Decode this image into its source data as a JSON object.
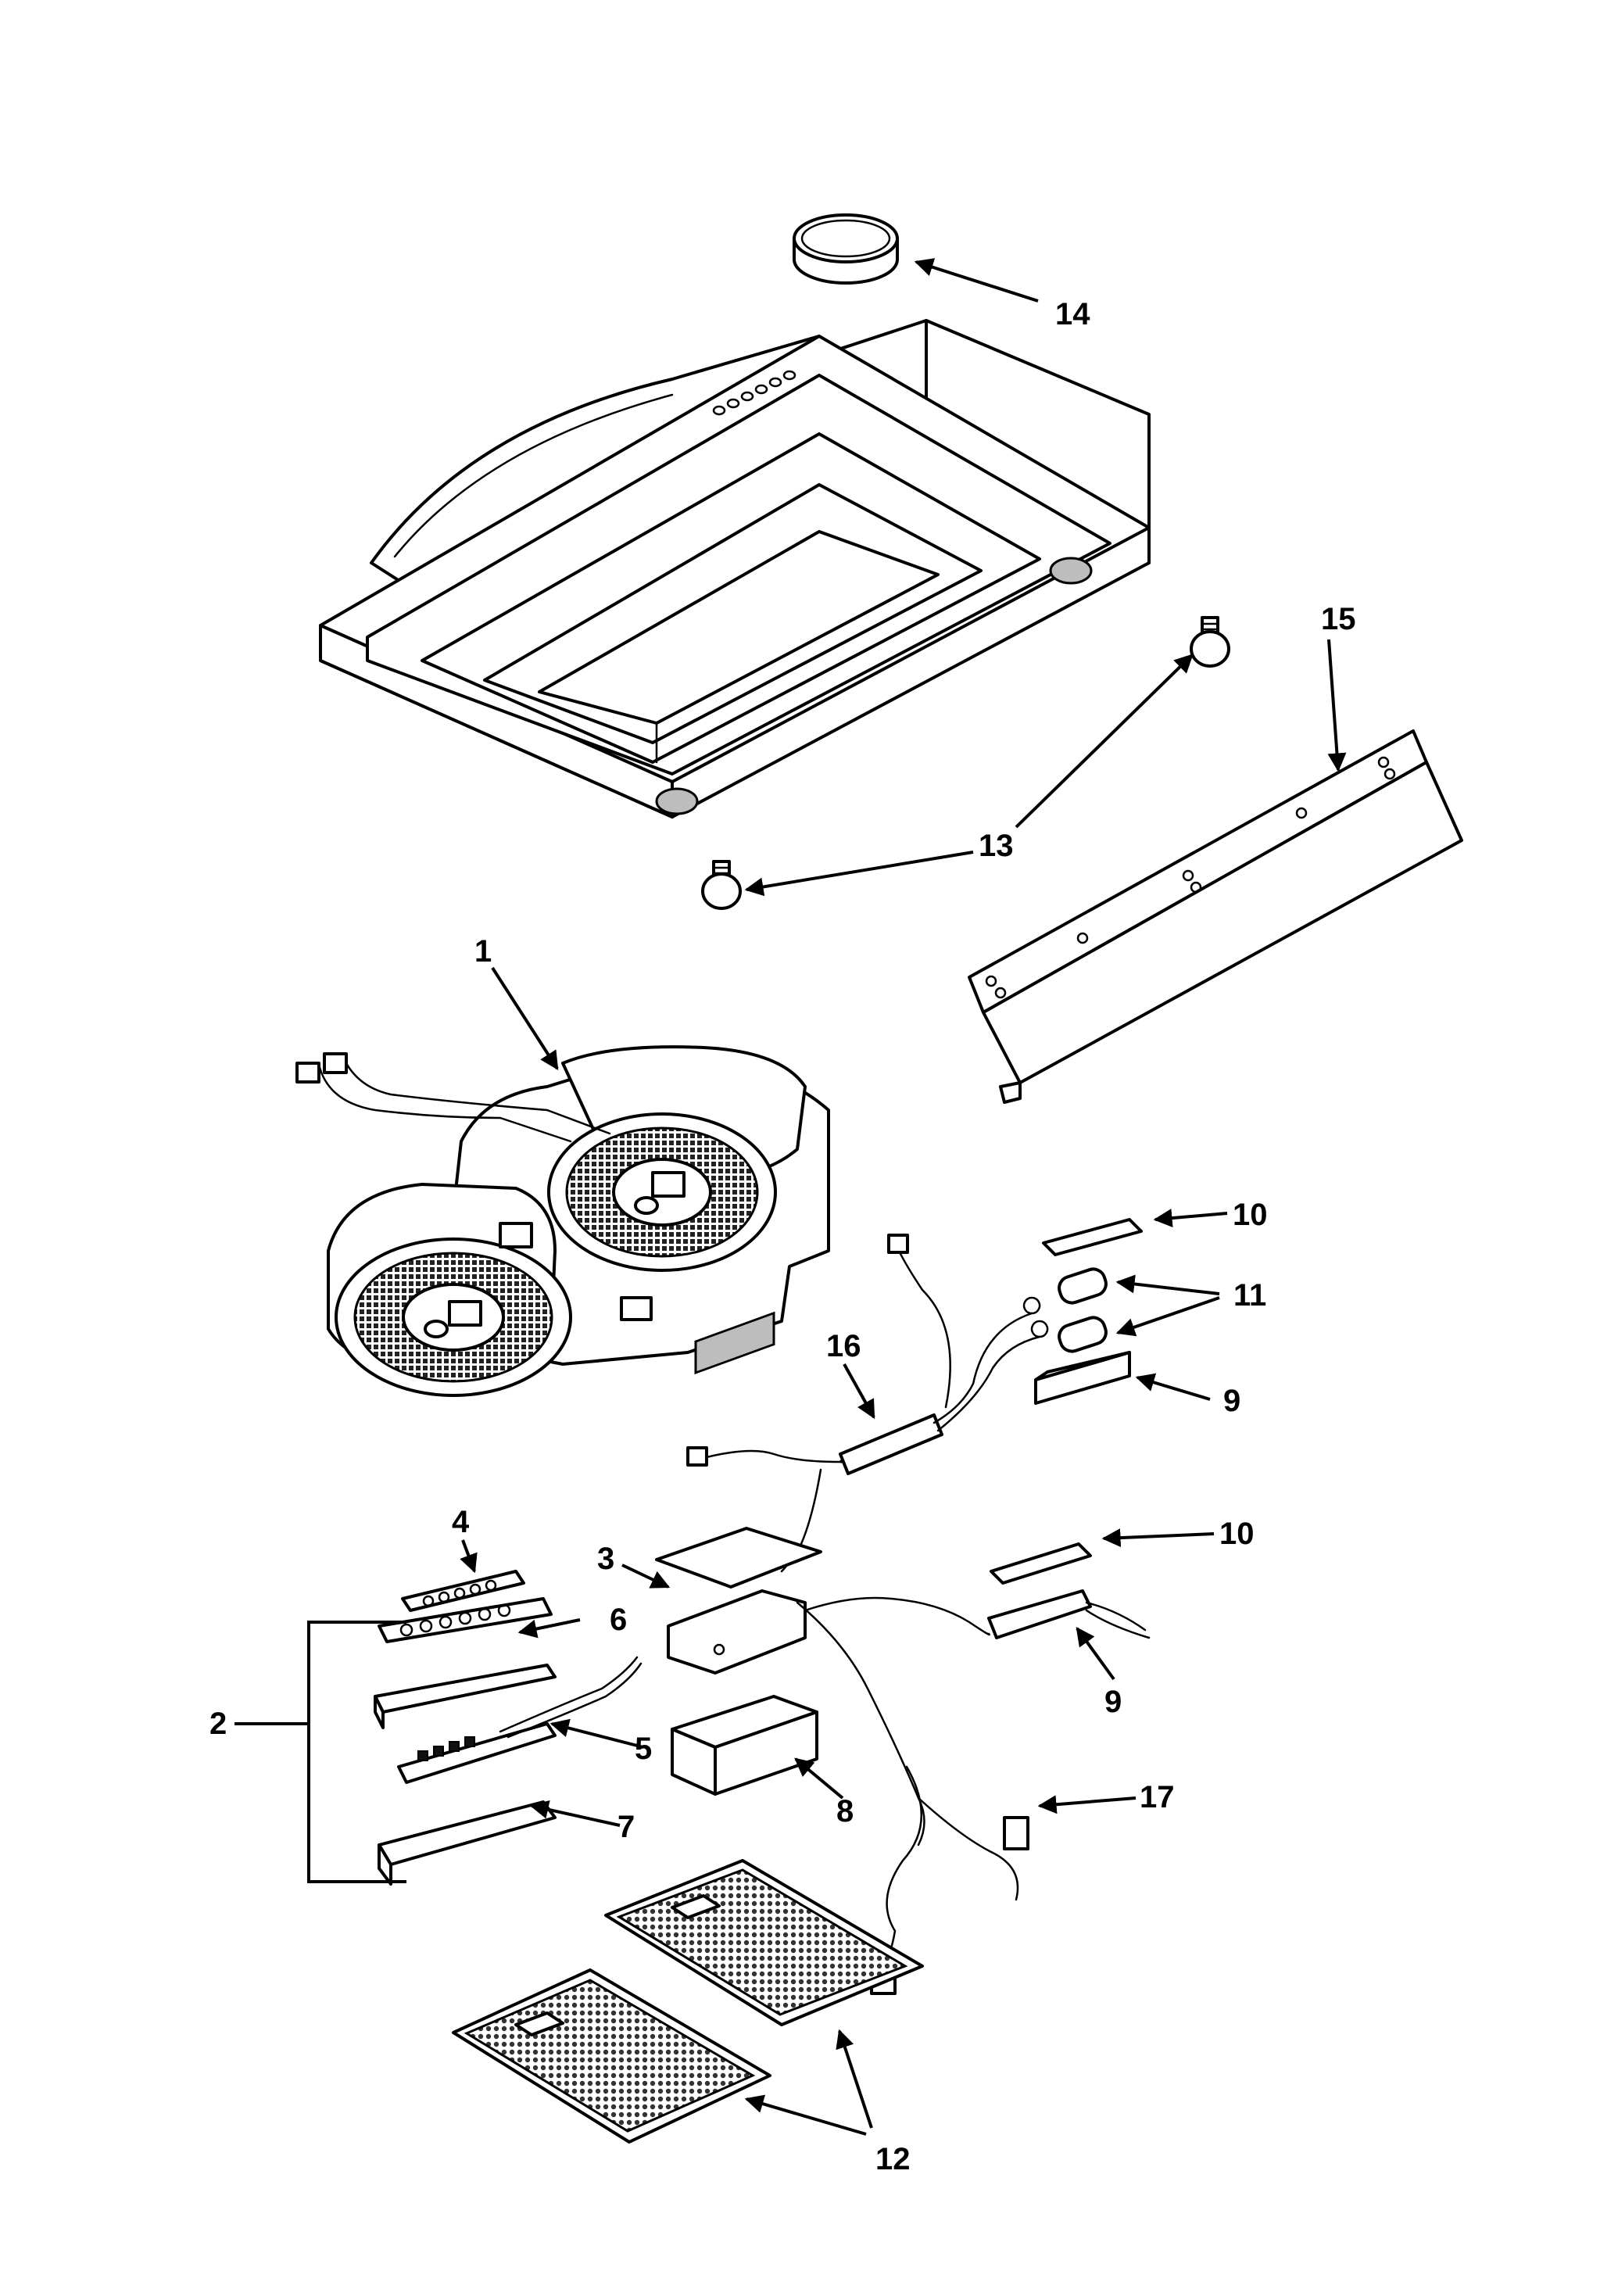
{
  "callouts": [
    {
      "id": "c1",
      "text": "1"
    },
    {
      "id": "c2",
      "text": "2"
    },
    {
      "id": "c3",
      "text": "3"
    },
    {
      "id": "c4",
      "text": "4"
    },
    {
      "id": "c5",
      "text": "5"
    },
    {
      "id": "c6",
      "text": "6"
    },
    {
      "id": "c7",
      "text": "7"
    },
    {
      "id": "c8",
      "text": "8"
    },
    {
      "id": "c9a",
      "text": "9"
    },
    {
      "id": "c9b",
      "text": "9"
    },
    {
      "id": "c10a",
      "text": "10"
    },
    {
      "id": "c10b",
      "text": "10"
    },
    {
      "id": "c11",
      "text": "11"
    },
    {
      "id": "c12",
      "text": "12"
    },
    {
      "id": "c13",
      "text": "13"
    },
    {
      "id": "c14",
      "text": "14"
    },
    {
      "id": "c15",
      "text": "15"
    },
    {
      "id": "c16",
      "text": "16"
    },
    {
      "id": "c17",
      "text": "17"
    }
  ]
}
